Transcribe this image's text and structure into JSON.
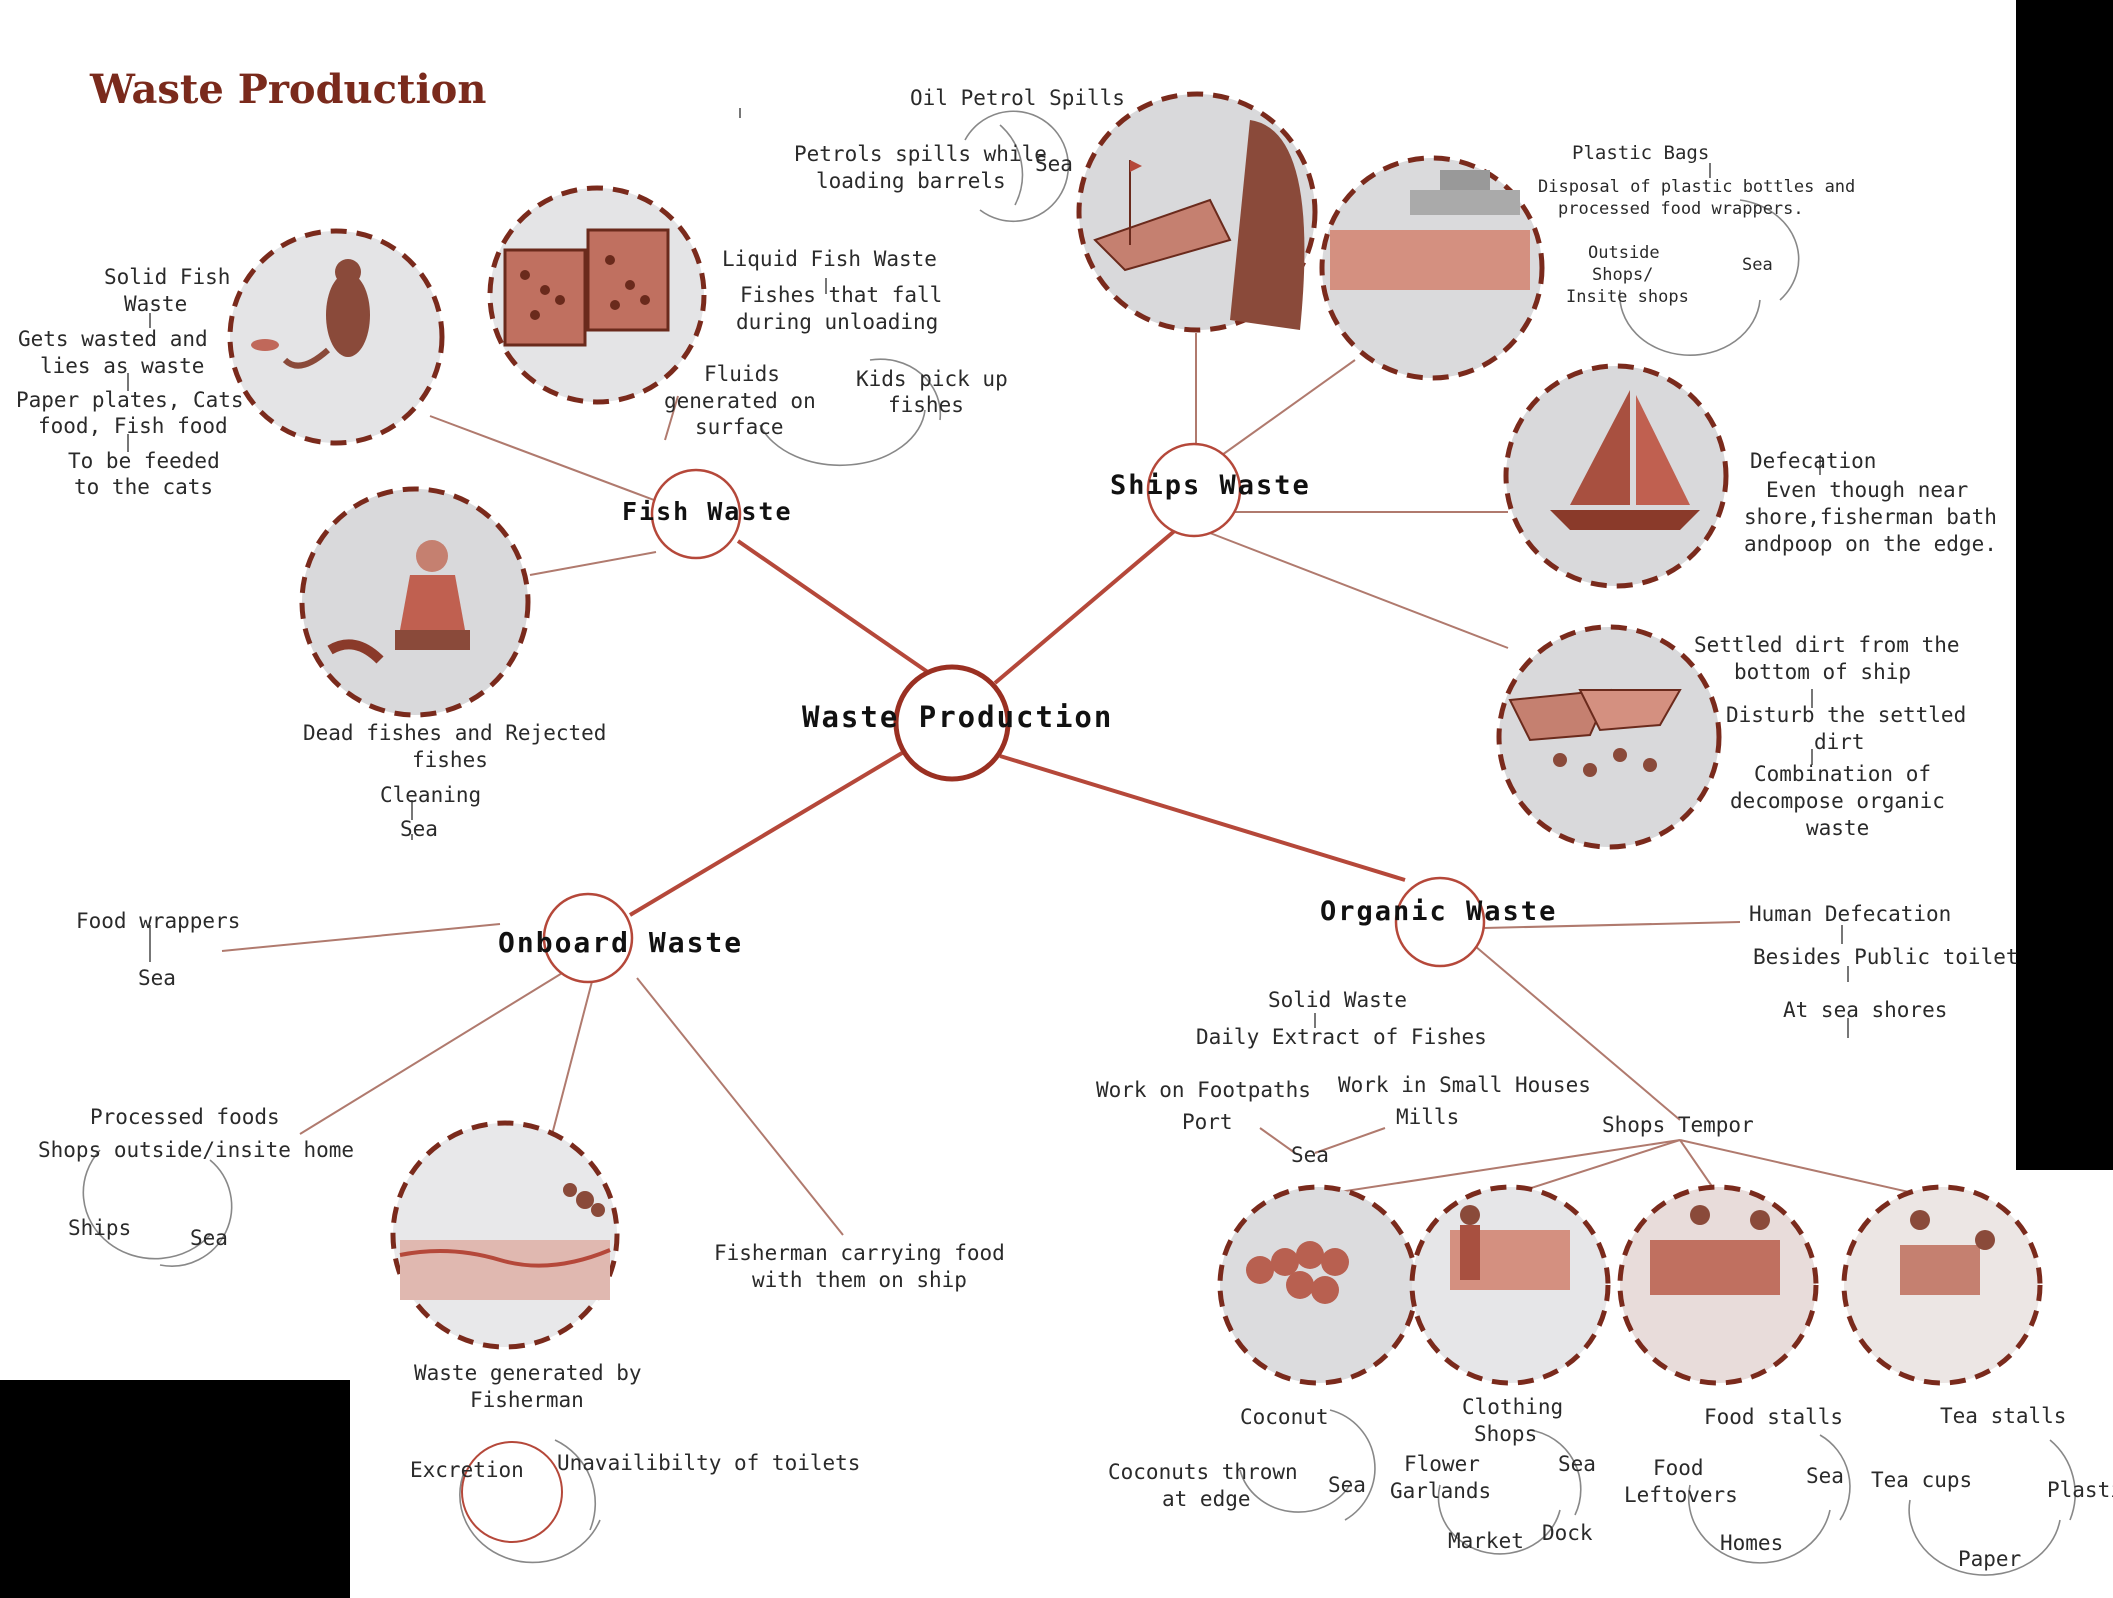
{
  "title": "Waste Production",
  "center": "Waste Production",
  "colors": {
    "accent": "#b5483a",
    "dark": "#7a2a1c",
    "line": "#b07a6e",
    "illus_bg": "#d9d9db"
  },
  "fish": {
    "hub": "Fish Waste",
    "solid": [
      "Solid Fish",
      "Waste",
      "Gets wasted and",
      "lies as waste",
      "Paper plates, Cats",
      "food, Fish food",
      "To be feeded",
      "to the cats"
    ],
    "liquid": [
      "Liquid Fish Waste",
      "Fishes that fall",
      "during unloading",
      "Fluids",
      "generated on",
      "surface",
      "Kids pick up",
      "fishes"
    ],
    "dead": [
      "Dead fishes and Rejected",
      "fishes",
      "Cleaning",
      "Sea"
    ]
  },
  "ships": {
    "hub": "Ships Waste",
    "oil": [
      "Oil Petrol Spills",
      "Petrols spills while",
      "loading barrels",
      "Sea"
    ],
    "plastic": [
      "Plastic  Bags",
      "Disposal of plastic bottles and",
      "processed food wrappers.",
      "Outside",
      "Shops/",
      "Insite shops",
      "Sea"
    ],
    "defecation": [
      "Defecation",
      "Even though near",
      "shore,fisherman bath",
      "andpoop on the edge."
    ],
    "dirt": [
      "Settled dirt from the",
      "bottom of ship",
      "Disturb the settled",
      "dirt",
      "Combination of",
      "decompose organic",
      "waste"
    ]
  },
  "onboard": {
    "hub": "Onboard Waste",
    "food": [
      "Food wrappers",
      "Sea"
    ],
    "processed": [
      "Processed foods",
      "Shops outside/insite home",
      "Ships",
      "Sea"
    ],
    "fisherman": [
      "Waste generated by",
      "Fisherman",
      "Excretion",
      "Unavailibilty of toilets"
    ],
    "carrying": [
      "Fisherman carrying food",
      "with them on ship"
    ]
  },
  "organic": {
    "hub": "Organic Waste",
    "human": [
      "Human Defecation",
      "Besides Public toilet",
      "At sea shores"
    ],
    "solid": [
      "Solid Waste",
      "Daily Extract of Fishes",
      "Work on Footpaths",
      "Work in Small Houses",
      "Port",
      "Mills",
      "Sea"
    ],
    "shops": "Shops Tempor",
    "coconut": [
      "Coconut",
      "Coconuts thrown",
      "at edge",
      "Sea"
    ],
    "clothing": [
      "Clothing",
      "Shops",
      "Flower",
      "Garlands",
      "Sea",
      "Market",
      "Dock"
    ],
    "food": [
      "Food stalls",
      "Food",
      "Leftovers",
      "Sea",
      "Homes"
    ],
    "tea": [
      "Tea stalls",
      "Tea cups",
      "Plasti",
      "Paper"
    ]
  }
}
